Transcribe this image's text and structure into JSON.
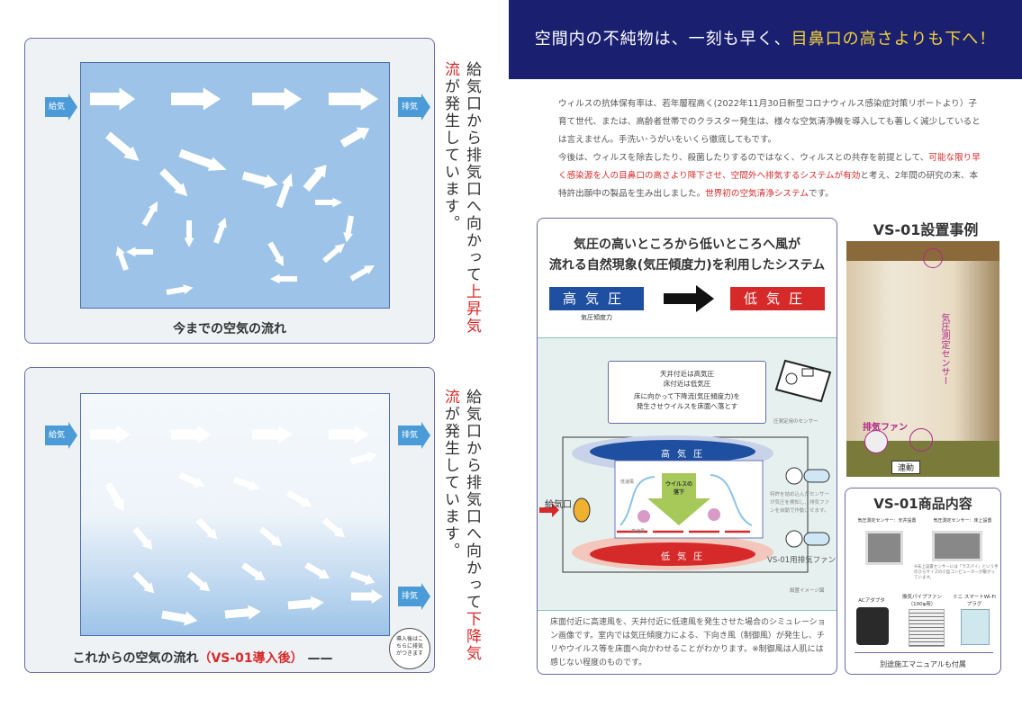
{
  "left_page": {
    "panel1": {
      "supply_label": "給気",
      "exhaust_label": "排気",
      "caption": "今までの空気の流れ",
      "vertical_text": {
        "col1_pre": "給気口から排気口へ向かって",
        "col1_highlight": "上昇気流",
        "col1_post": "が",
        "col2": "発生しています。"
      }
    },
    "panel2": {
      "supply_label": "給気",
      "exhaust_label": "排気",
      "exhaust_label_2": "排気",
      "caption": "これからの空気の流れ",
      "caption_highlight": "（VS-01導入後）",
      "callout": "導入後はこちらに排気がつきます",
      "vertical_text": {
        "col1_pre": "給気口から排気口へ向かって",
        "col1_highlight": "下降気流",
        "col1_post": "が",
        "col2": "発生しています。"
      }
    }
  },
  "right_page": {
    "header": {
      "text": "空間内の不純物は、一刻も早く、",
      "highlight": "目鼻口の高さよりも下へ！"
    },
    "paragraph": {
      "p1": "ウィルスの抗体保有率は、若年層程高く(2022年11月30日新型コロナウィルス感染症対策リポートより）子育て世代、または、高齢者世帯でのクラスター発生は、様々な空気清浄機を導入しても著しく減少しているとは言えません。手洗い･うがいをいくら徹底してもです。",
      "p2_a": "今後は、ウィルスを除去したり、殺菌したりするのではなく、ウィルスとの共存を前提として、",
      "p2_red1": "可能な限り早く感染源を人の目鼻口の高さより降下させ、空間外へ排気するシステムが有効",
      "p2_b": "と考え、2年間の研究の末、本特許出願中の製品を生み出しました。",
      "p2_red2": "世界初の空気清浄システム",
      "p2_c": "です。"
    },
    "system_box": {
      "title_line1": "気圧の高いところから低いところへ風が",
      "title_line2": "流れる自然現象(気圧傾度力)を利用したシステム",
      "high_label": "高気圧",
      "low_label": "低気圧",
      "force_label": "気圧傾度力",
      "note_line1": "天井付近は高気圧",
      "note_line2": "床付近は低気圧",
      "note_line3": "床に向かって下降流(気圧傾度力)を",
      "note_line4": "発生させウイルスを床面へ落とす",
      "sensor_label": "圧測定用のセンサー",
      "supply_label": "給気口",
      "slow_wind": "低速風",
      "fast_wind": "高速風",
      "virus_drop": "ウイルスの落下",
      "fan_note": "特許を詰め込んだセンサーが気圧を検知し、排気ファンを自動で作動させます。",
      "fan_label": "VS-01用排気ファン",
      "image_note": "設置イメージ図",
      "description": "床面付近に高速風を、天井付近に低速風を発生させた場合のシミュレーション画像です。室内では気圧傾度力による、下向き風（制御風）が発生し、チリやウイルス等を床面へ向かわせることがわかります。※制御風は人肌には感じない程度のものです。"
    },
    "install_example": {
      "title": "VS-01設置事例",
      "sensor_label": "気圧測定センサー",
      "fan_label": "排気ファン",
      "link_label": "連動"
    },
    "products": {
      "title": "VS-01商品内容",
      "items": [
        {
          "label": "気圧測定センサー：天井設置"
        },
        {
          "label": "気圧測定センサー：床上設置"
        },
        {
          "label": "ACアダプタ"
        },
        {
          "label": "換気パイプファン（100φ用）"
        },
        {
          "label": "ミニ スマートWi-Fi プラグ"
        }
      ],
      "item_note": "※床上設置センサーには「ラズパイ」という手のひらサイズの小型コンピューターが繋がっています。",
      "footer": "別途施工マニュアルも付属"
    },
    "colors": {
      "navy": "#1a1f70",
      "red": "#d62a2a",
      "blue": "#1f4fa0",
      "accent_yellow": "#f3d23a"
    }
  }
}
